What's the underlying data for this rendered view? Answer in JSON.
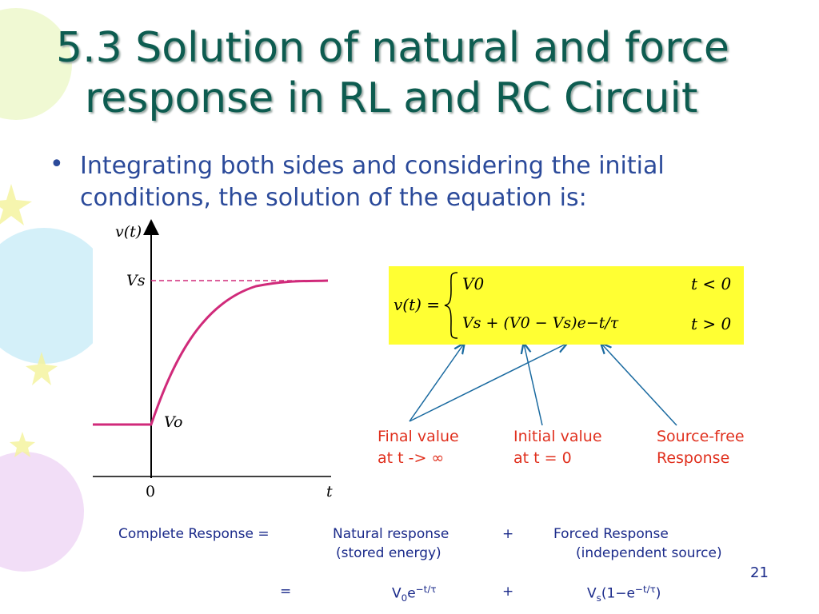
{
  "title": {
    "line1": "5.3 Solution of natural and force",
    "line2": "response in RL and RC Circuit"
  },
  "bullet": {
    "symbol": "•",
    "line1": "Integrating both sides and considering the initial",
    "line2": "conditions, the solution of the equation is:"
  },
  "graph": {
    "y_label": "v(t)",
    "x_label": "t",
    "origin_label": "0",
    "vs_label": "Vs",
    "vo_label": "Vo",
    "curve_color": "#d02a7a",
    "asymptote_color": "#d02a7a"
  },
  "equation": {
    "lhs": "v(t) =",
    "case1_expr": "V0",
    "case1_cond": "t < 0",
    "case2_expr": "Vs + (V0 − Vs)e−t/τ",
    "case2_cond": "t > 0",
    "box_color": "#ffff33"
  },
  "annotations": {
    "final_value": "Final value\nat t -> ∞",
    "initial_value": "Initial value\nat t = 0",
    "source_free": "Source-free\nResponse",
    "arrow_color": "#1a6aa0",
    "text_color": "#e0301e"
  },
  "response_table": {
    "row1_label": "Complete Response =",
    "row1_natural": "Natural response",
    "row1_plus": "+",
    "row1_forced": "Forced Response",
    "row2_natural_note": "(stored energy)",
    "row2_forced_note": "(independent source)",
    "row3_equals": "=",
    "row3_natural_base": "V",
    "row3_natural_sub": "0",
    "row3_natural_e": "e",
    "row3_natural_exp": "−t/τ",
    "row3_plus": "+",
    "row3_forced_base": "V",
    "row3_forced_sub": "s",
    "row3_forced_mid": "(1−e",
    "row3_forced_exp": "−t/τ",
    "row3_forced_end": ")"
  },
  "slide_number": "21"
}
